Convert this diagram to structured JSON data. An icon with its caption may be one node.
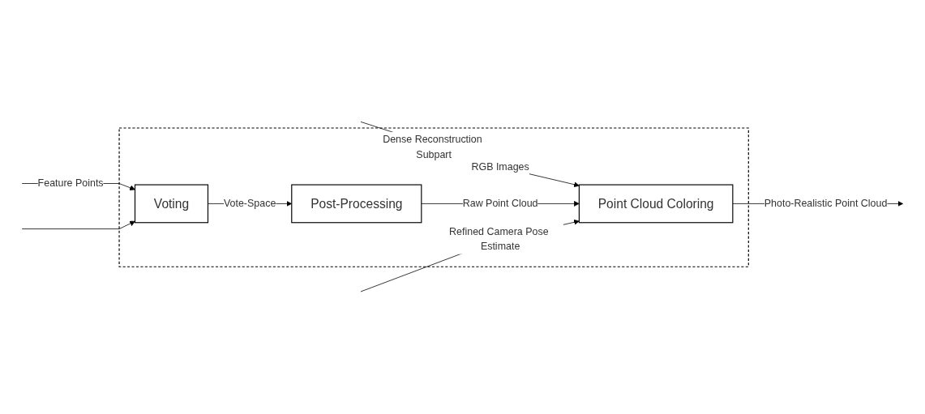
{
  "diagram": {
    "nodes": [
      {
        "text": [
          "Dense Reconstruction Subpart"
        ]
      },
      {
        "text": [
          "Voting"
        ],
        "in": 0
      },
      {
        "text": [
          "Post-Processing"
        ],
        "in": 0
      },
      {
        "text": [
          "Point Cloud Coloring"
        ],
        "in": 0
      }
    ],
    "edges": [
      {
        "from": null,
        "to": 3,
        "arrow": "to",
        "label": "RGB Images"
      },
      {
        "from": null,
        "to": 1,
        "arrow": "to",
        "label": "Feature Points"
      },
      {
        "from": 1,
        "to": 2,
        "arrow": "to",
        "label": "Vote-Space"
      },
      {
        "from": 2,
        "to": 3,
        "arrow": "to",
        "label": "Raw Point Cloud"
      },
      {
        "from": 3,
        "to": null,
        "arrow": "to",
        "label": "Photo-Realistic Point Cloud"
      },
      {
        "from": null,
        "to": 1,
        "arrow": "to"
      },
      {
        "from": null,
        "to": 3,
        "arrow": "to",
        "label": "Refined Camera Pose Estimate"
      }
    ]
  }
}
